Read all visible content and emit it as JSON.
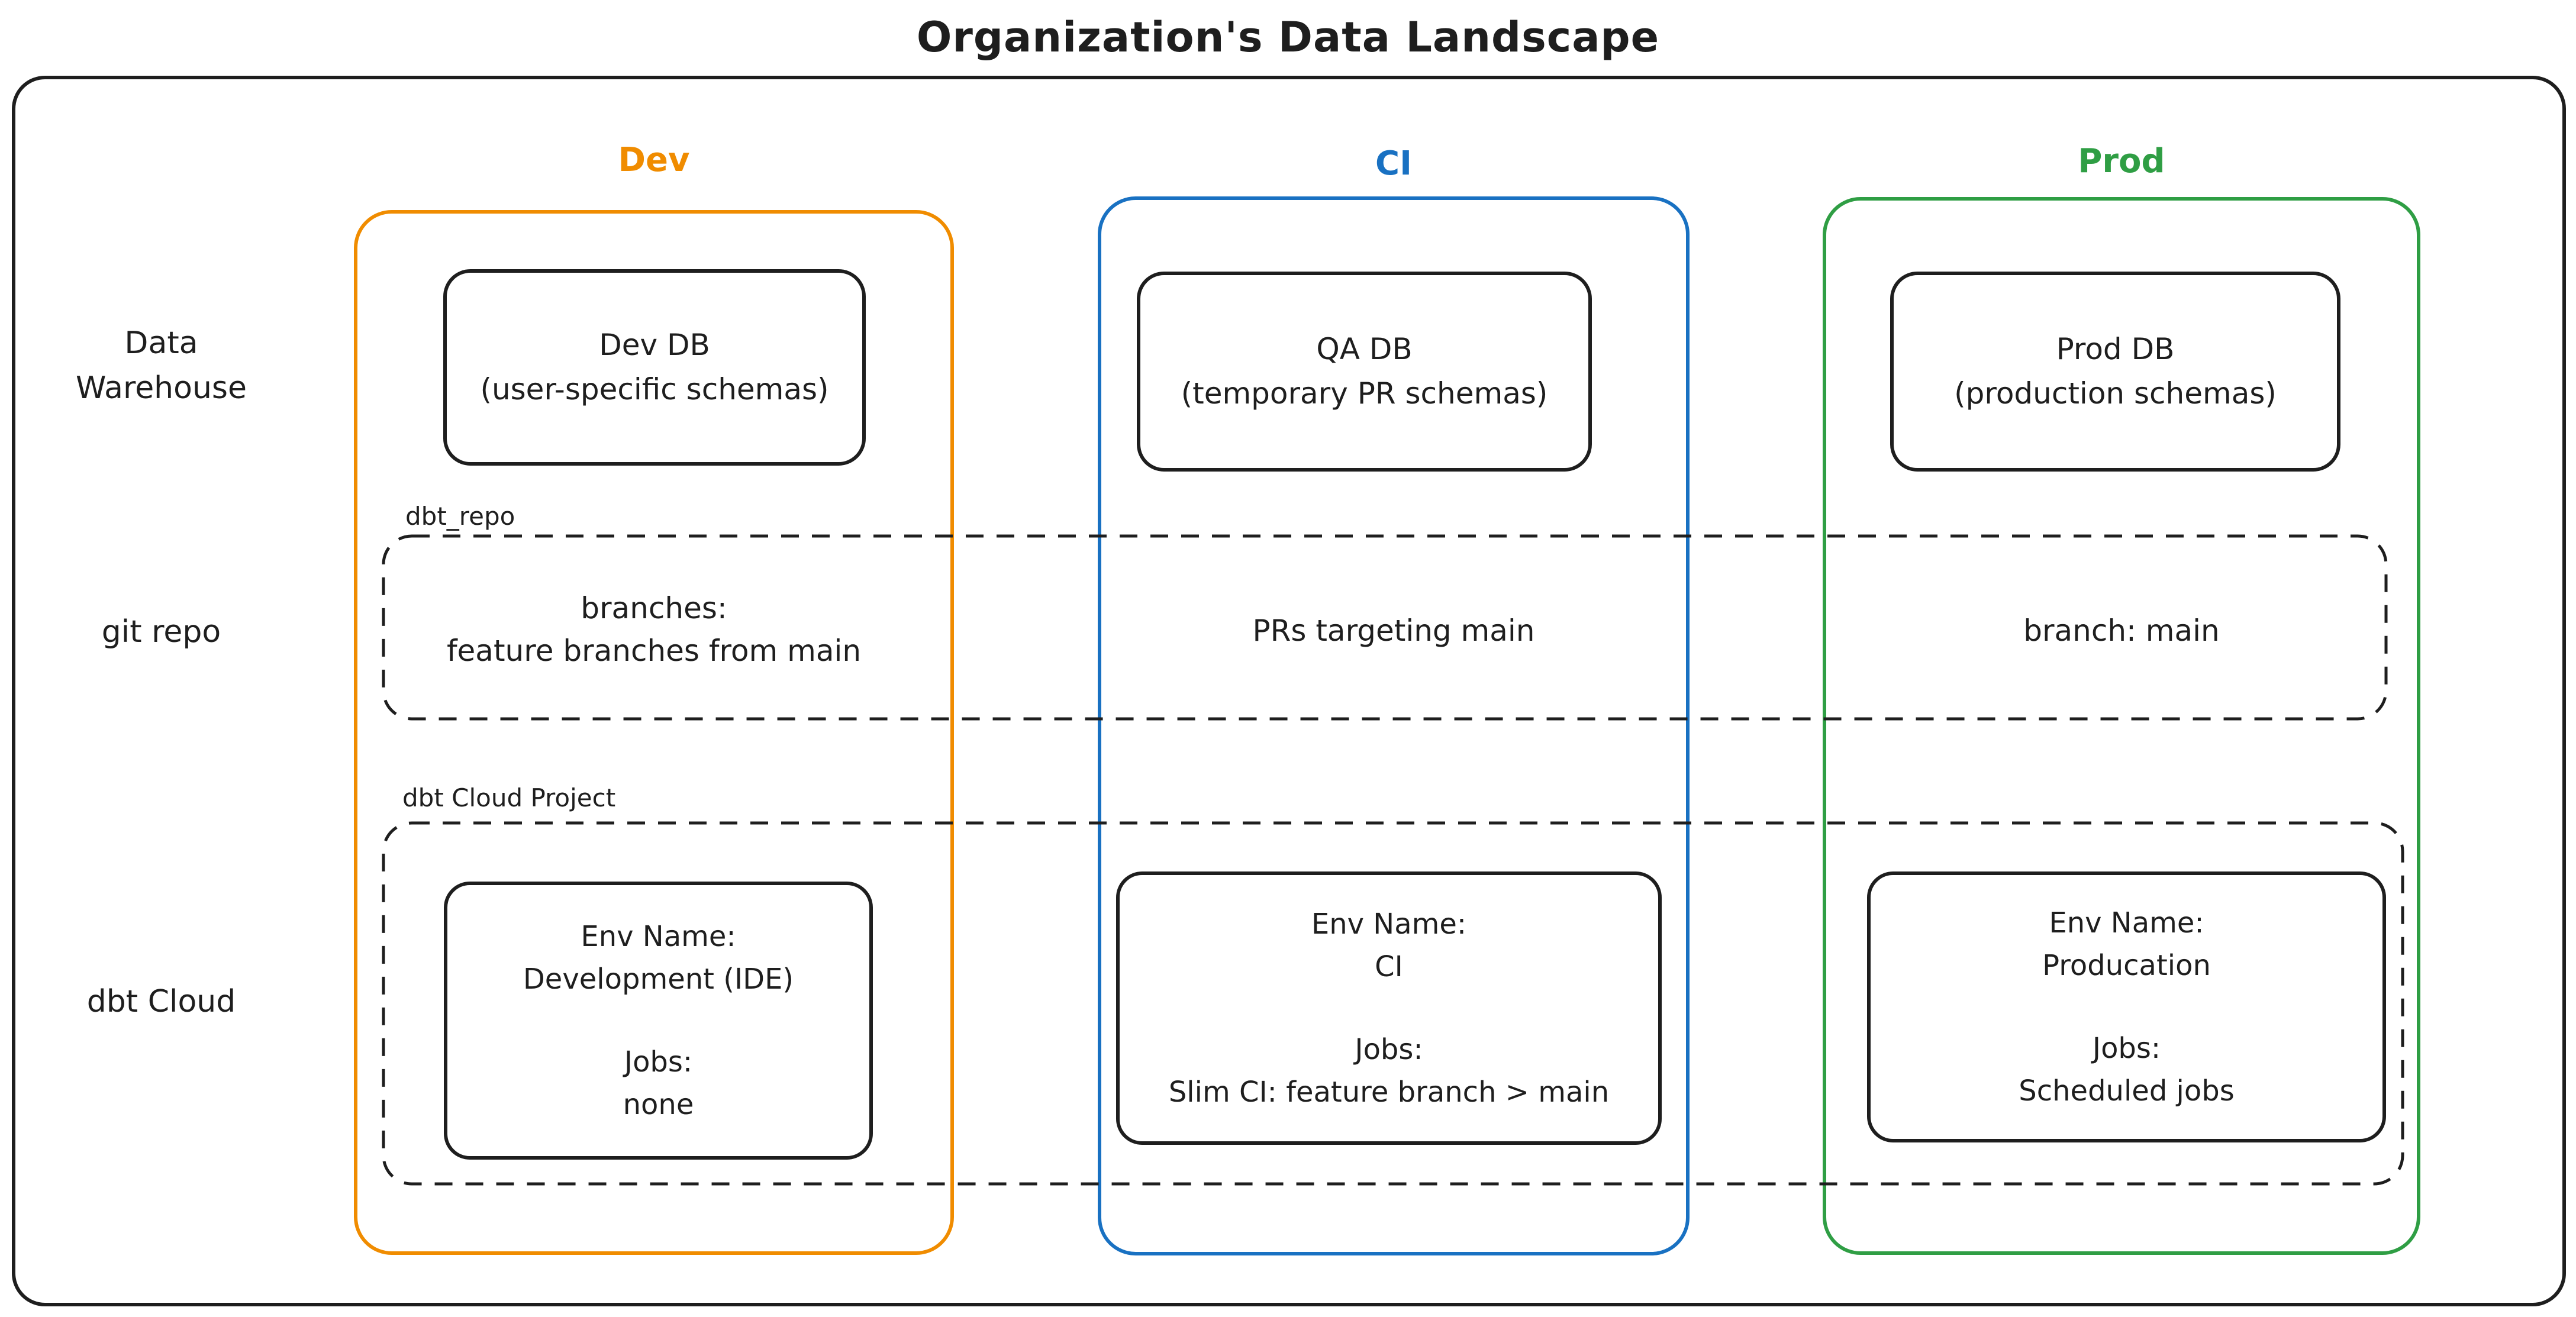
{
  "title": "Organization's Data Landscape",
  "colors": {
    "dev_accent": "#f08c00",
    "ci_accent": "#1971c2",
    "prod_accent": "#2f9e44",
    "ink": "#1e1e1e"
  },
  "row_labels": {
    "data_warehouse": {
      "line1": "Data",
      "line2": "Warehouse"
    },
    "git_repo": "git repo",
    "dbt_cloud": "dbt Cloud"
  },
  "overlays": {
    "git_repo_box_label": "dbt_repo",
    "dbt_cloud_box_label": "dbt Cloud Project"
  },
  "columns": {
    "dev": {
      "header": "Dev",
      "db": {
        "title": "Dev DB",
        "subtitle": "(user-specific schemas)"
      },
      "git": {
        "line1": "branches:",
        "line2": "feature branches from main"
      },
      "env": {
        "name_label": "Env Name:",
        "name": "Development (IDE)",
        "jobs_label": "Jobs:",
        "jobs": "none"
      }
    },
    "ci": {
      "header": "CI",
      "db": {
        "title": "QA DB",
        "subtitle": "(temporary PR schemas)"
      },
      "git": {
        "line1": "PRs targeting main"
      },
      "env": {
        "name_label": "Env Name:",
        "name": "CI",
        "jobs_label": "Jobs:",
        "jobs": "Slim CI: feature branch > main"
      }
    },
    "prod": {
      "header": "Prod",
      "db": {
        "title": "Prod DB",
        "subtitle": "(production schemas)"
      },
      "git": {
        "line1": "branch: main"
      },
      "env": {
        "name_label": "Env Name:",
        "name": "Producation",
        "jobs_label": "Jobs:",
        "jobs": "Scheduled jobs"
      }
    }
  }
}
